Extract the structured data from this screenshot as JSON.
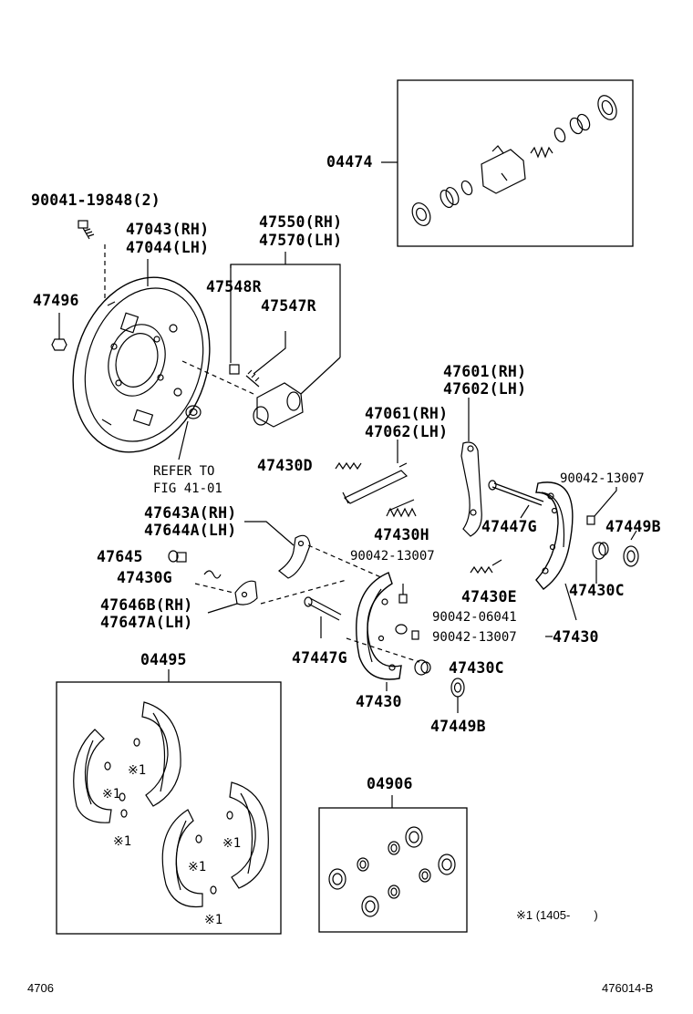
{
  "diagram": {
    "part_labels": {
      "p04474": "04474",
      "p90041": "90041-19848(2)",
      "p47043": "47043(RH)",
      "p47044": "47044(LH)",
      "p47550": "47550(RH)",
      "p47570": "47570(LH)",
      "p47496": "47496",
      "p47548R": "47548R",
      "p47547R": "47547R",
      "p47601": "47601(RH)",
      "p47602": "47602(LH)",
      "p47061": "47061(RH)",
      "p47062": "47062(LH)",
      "p47430D": "47430D",
      "p90042a": "90042-13007",
      "p47643A": "47643A(RH)",
      "p47644A": "47644A(LH)",
      "p47447G_r": "47447G",
      "p47449B_r": "47449B",
      "p47430H": "47430H",
      "p47645": "47645",
      "p90042b": "90042-13007",
      "p47430G": "47430G",
      "p47430E": "47430E",
      "p47430C_r": "47430C",
      "p47646B": "47646B(RH)",
      "p47647A": "47647A(LH)",
      "p90042c": "90042-06041",
      "p90042d": "90042-13007",
      "p47430_r": "47430",
      "p04495": "04495",
      "p47447G_l": "47447G",
      "p47430C_l": "47430C",
      "p47430_l": "47430",
      "p47449B_l": "47449B",
      "p04906": "04906"
    },
    "refer_line1": "REFER TO",
    "refer_line2": "FIG 41-01",
    "kit_marks": {
      "m1": "※1",
      "m2": "※1",
      "m3": "※1",
      "m4": "※1",
      "m5": "※1",
      "m6": "※1"
    },
    "footnote": "※1 (1405-　　)",
    "page_number": "4706",
    "figure_code": "476014-B"
  }
}
